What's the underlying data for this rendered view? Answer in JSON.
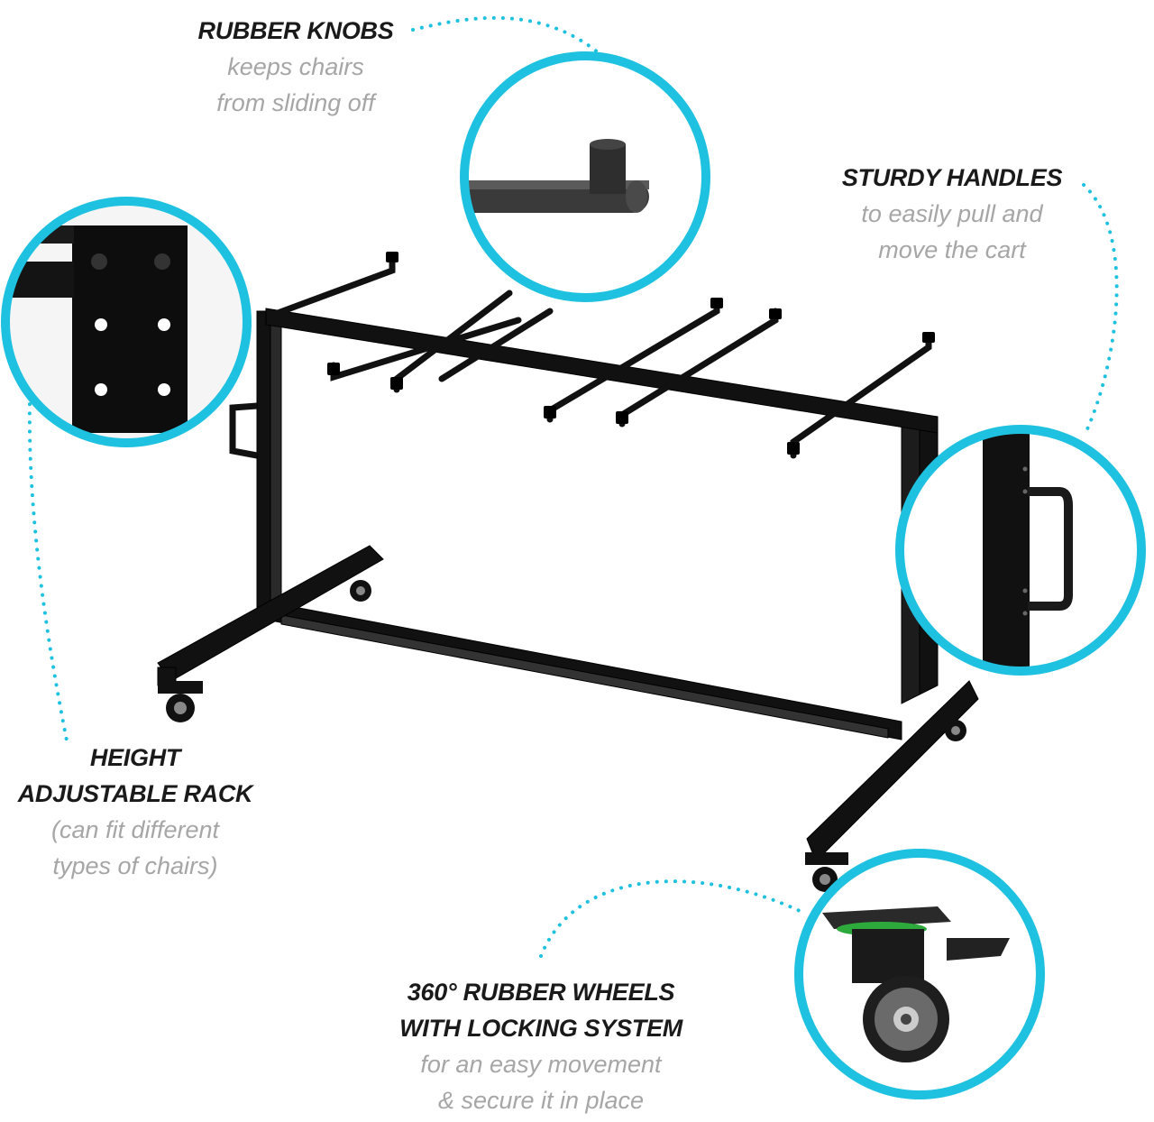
{
  "accent_color": "#1fc1e0",
  "callouts": {
    "rubber_knobs": {
      "title": "RUBBER KNOBS",
      "sub": [
        "keeps chairs",
        "from sliding off"
      ]
    },
    "sturdy_handles": {
      "title": "STURDY HANDLES",
      "sub": [
        "to easily pull and",
        "move the cart"
      ]
    },
    "height_rack": {
      "title": [
        "HEIGHT",
        "ADJUSTABLE RACK"
      ],
      "sub": [
        "(can fit different",
        "types of chairs)"
      ]
    },
    "wheels": {
      "title": [
        "360° RUBBER WHEELS",
        "WITH LOCKING SYSTEM"
      ],
      "sub": [
        "for an easy movement",
        "& secure it in place"
      ]
    }
  }
}
